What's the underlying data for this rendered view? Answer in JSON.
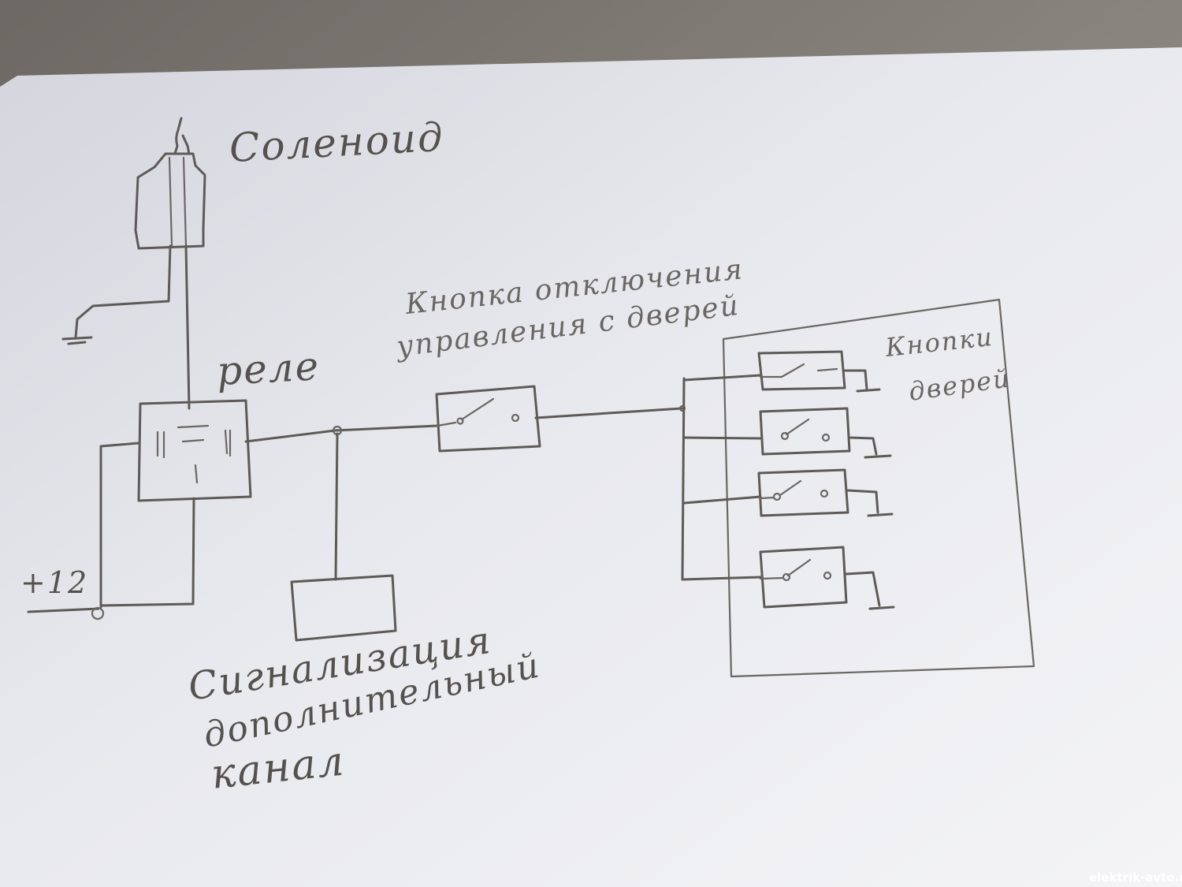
{
  "labels": {
    "solenoid": "Соленоид",
    "relay": "реле",
    "power": "+12",
    "disable_button_line1": "Кнопка отключения",
    "disable_button_line2": "управления с дверей",
    "door_buttons_line1": "Кнопки",
    "door_buttons_line2": "дверей",
    "alarm_line1": "Сигнализация",
    "alarm_line2": "дополнительный",
    "alarm_line3": "канал"
  },
  "watermark": "elektrik-avto.ru",
  "colors": {
    "paper": "#e6e7ec",
    "pencil": "#5e5a57",
    "background": "#7a7570"
  }
}
